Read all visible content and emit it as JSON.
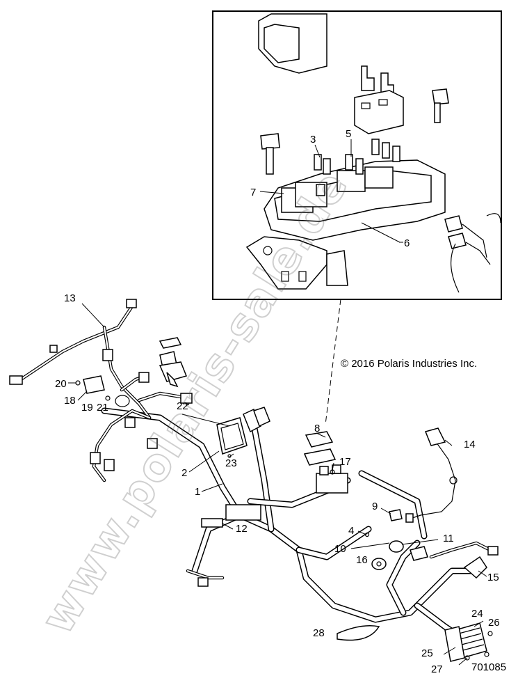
{
  "copyright": "© 2016 Polaris Industries Inc.",
  "part_number": "701085",
  "watermark": "www.polaris-sale.de",
  "callouts": [
    "1",
    "2",
    "3",
    "4",
    "5",
    "6",
    "7",
    "8",
    "9",
    "10",
    "11",
    "12",
    "13",
    "14",
    "15",
    "16",
    "17",
    "18",
    "19",
    "20",
    "21",
    "22",
    "23",
    "24",
    "25",
    "26",
    "27",
    "28"
  ]
}
